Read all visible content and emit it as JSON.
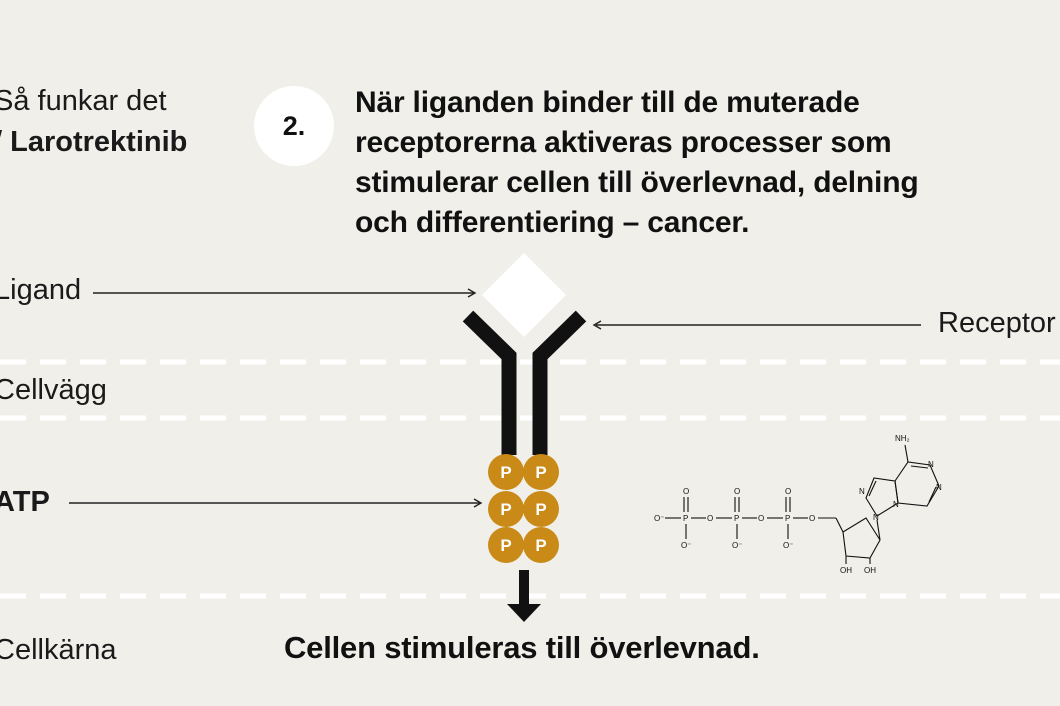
{
  "header": {
    "intro": "Så funkar det",
    "drug": "Larotrektinib"
  },
  "step": {
    "number": "2.",
    "text_lines": [
      "När liganden binder till de muterade",
      "receptorerna aktiveras processer som",
      "stimulerar cellen till överlevnad, delning",
      "och differentiering – cancer."
    ]
  },
  "labels": {
    "ligand": "Ligand",
    "receptor": "Receptor",
    "cell_wall": "Cellvägg",
    "atp": "ATP",
    "nucleus": "Cellkärna"
  },
  "phosphate_label": "P",
  "molecule": {
    "o_minus": "O⁻",
    "o": "O",
    "p": "P",
    "n": "N",
    "nh2": "NH₂",
    "oh": "OH"
  },
  "result": "Cellen stimuleras till överlevnad.",
  "colors": {
    "background": "#f0efea",
    "phosphate": "#c98a17",
    "receptor": "#111111",
    "ligand": "#ffffff",
    "divider": "#ffffff"
  }
}
